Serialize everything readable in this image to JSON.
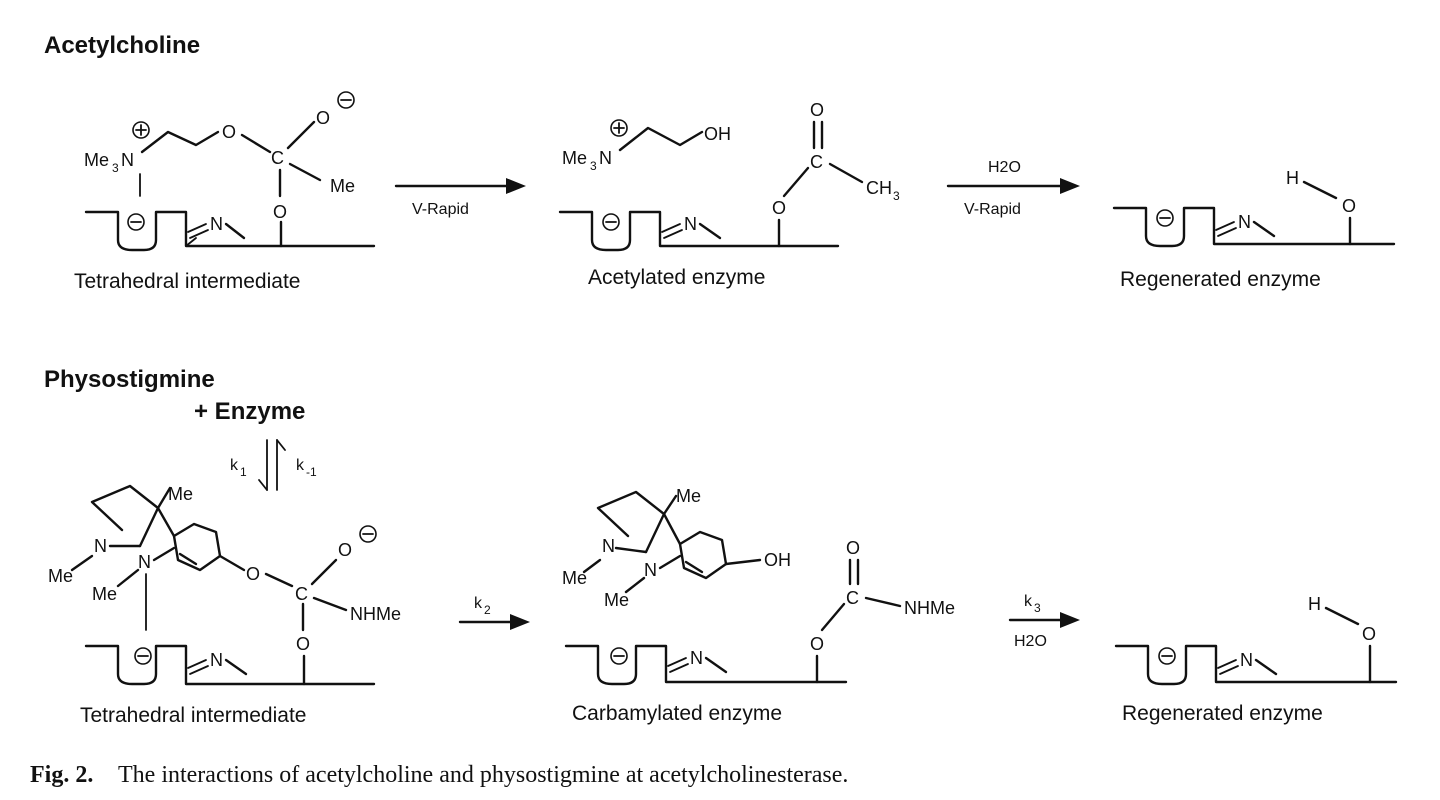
{
  "sections": {
    "acetylcholine": {
      "title": "Acetylcholine"
    },
    "physostigmine": {
      "title": "Physostigmine",
      "plus_enzyme": "+ Enzyme"
    }
  },
  "structures": {
    "ach_tetrahedral_label": "Tetrahedral intermediate",
    "ach_acetylated_label": "Acetylated enzyme",
    "ach_regenerated_label": "Regenerated enzyme",
    "phy_tetrahedral_label": "Tetrahedral intermediate",
    "phy_carbamylated_label": "Carbamylated enzyme",
    "phy_regenerated_label": "Regenerated enzyme"
  },
  "arrows": {
    "ach_step1": "V-Rapid",
    "ach_step2_top": "H2O",
    "ach_step2_bottom": "V-Rapid",
    "k1": "k",
    "k1_sub": "1",
    "kminus1": "k",
    "kminus1_sub": "-1",
    "k2": "k",
    "k2_sub": "2",
    "k3": "k",
    "k3_sub": "3",
    "phy_h2o": "H2O"
  },
  "atoms": {
    "me": "Me",
    "me3": "Me",
    "me3_sub": "3",
    "n": "N",
    "o": "O",
    "c": "C",
    "oh": "OH",
    "h": "H",
    "ch3": "CH",
    "ch3_sub": "3",
    "nhme": "NHMe",
    "plus": "+",
    "minus": "−",
    "o_minus": "−"
  },
  "caption": {
    "figure": "Fig. 2.",
    "text": "The interactions of acetylcholine and physostigmine at acetylcholinesterase."
  }
}
